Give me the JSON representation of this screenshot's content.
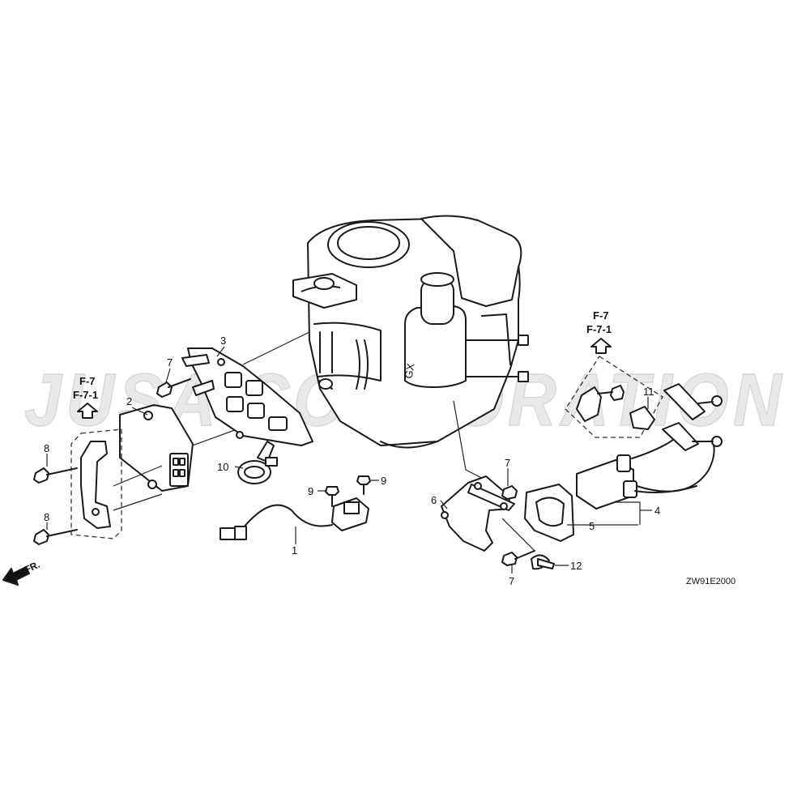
{
  "watermark": "JUSA CORPORATION",
  "diagram_code": "ZW91E2000",
  "front_marker": "FR.",
  "ref_left": {
    "line1": "F-7",
    "line2": "F-7-1"
  },
  "ref_right": {
    "line1": "F-7",
    "line2": "F-7-1"
  },
  "engine_marking": "GX",
  "callouts": {
    "c1": "1",
    "c2": "2",
    "c3": "3",
    "c4": "4",
    "c5": "5",
    "c6": "6",
    "c7a": "7",
    "c7b": "7",
    "c7c": "7",
    "c8a": "8",
    "c8b": "8",
    "c9a": "9",
    "c9b": "9",
    "c10": "10",
    "c11": "11",
    "c12": "12"
  },
  "icons": [
    "bolt-icon",
    "arrow-up-icon",
    "arrow-front-icon"
  ]
}
